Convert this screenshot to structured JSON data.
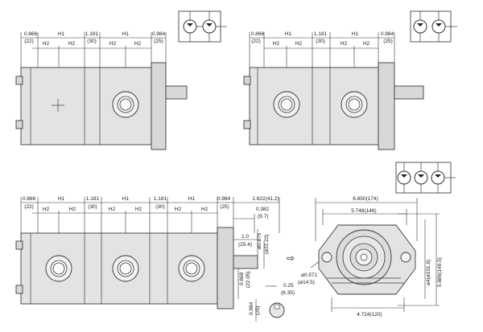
{
  "sheet": {
    "single": {
      "top": [
        "0.866",
        "H1",
        "1.181",
        "H1",
        "0.984"
      ],
      "sub": [
        "(22)",
        "(30)",
        "(25)"
      ],
      "h2": [
        "H2",
        "H2",
        "H2",
        "H2"
      ]
    },
    "double": {
      "top": [
        "0.866",
        "H1",
        "1.181",
        "H1",
        "0.984"
      ],
      "sub": [
        "(22)",
        "(30)",
        "(25)"
      ],
      "h2": [
        "H2",
        "H2",
        "H2",
        "H2"
      ]
    },
    "triple": {
      "top": [
        "0.866",
        "H1",
        "1.181",
        "H1",
        "1.181",
        "H1",
        "0.984",
        "1.622(41.2)"
      ],
      "sub": [
        "(22)",
        "(30)",
        "(30)",
        "(25)"
      ],
      "h2": [
        "H2",
        "H2",
        "H2",
        "H2",
        "H2",
        "H2"
      ],
      "shaft": [
        "0.382",
        "(9.7)",
        "1.0",
        "(25.4)",
        "ø0.875",
        "(ø22.22)",
        "0.868",
        "(22.05)",
        "0.25",
        "(6.35)",
        "0.984",
        "(25)"
      ]
    },
    "front_view": {
      "widths": [
        "6.850(174)",
        "5.748(146)",
        "4.724(120)"
      ],
      "heights": [
        "ø4(ø101.6)",
        "5.886(149.5)"
      ],
      "hole": [
        "ø0.571",
        "(ø14.5)"
      ]
    },
    "arrow": "⇨"
  }
}
